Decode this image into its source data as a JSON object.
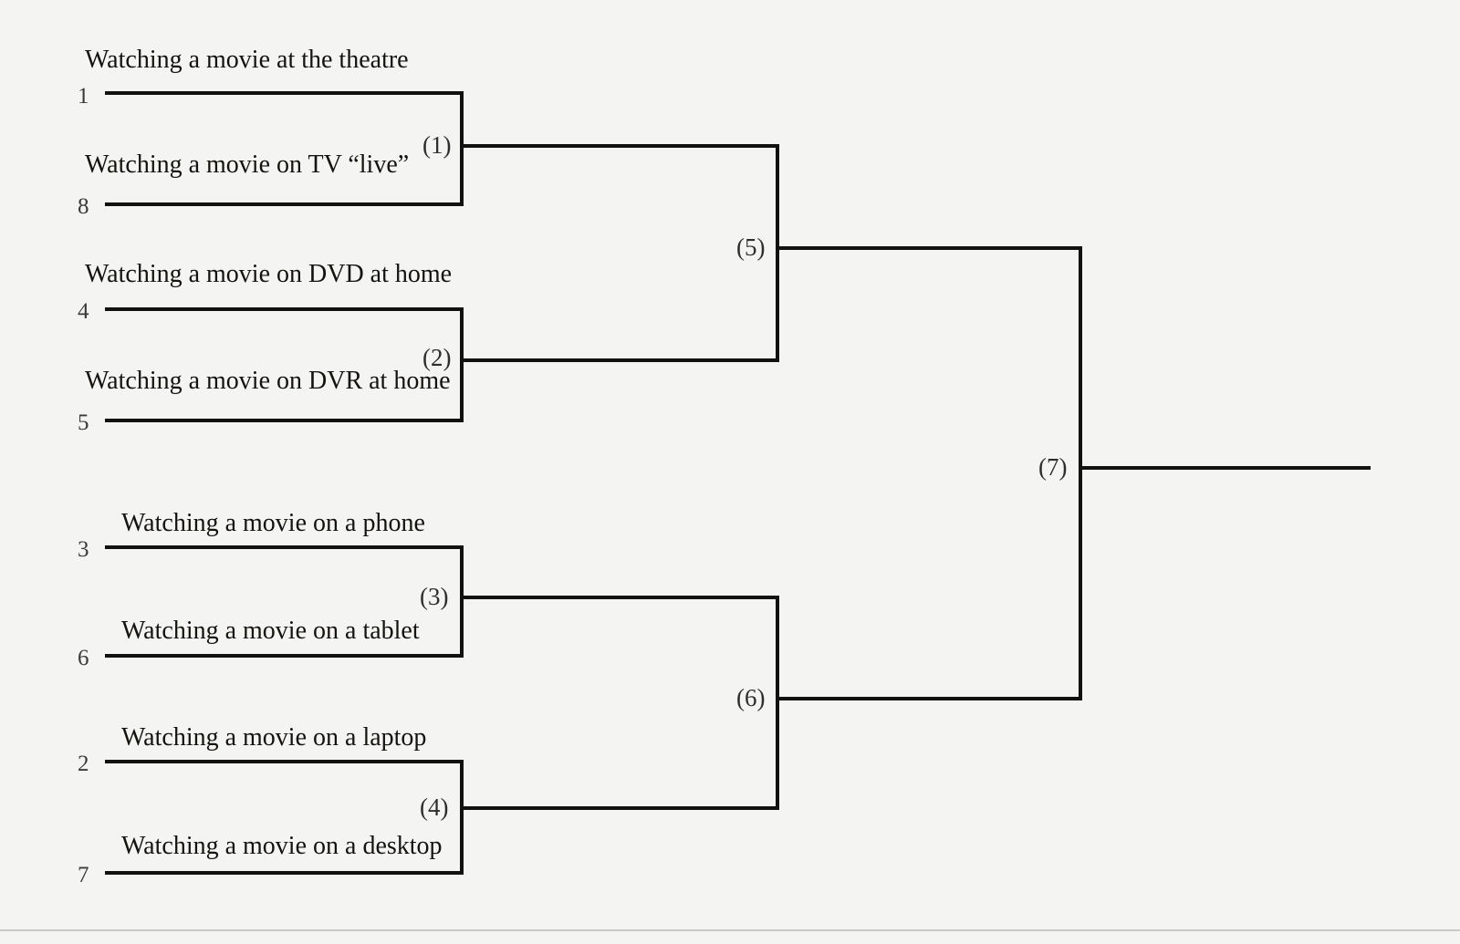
{
  "diagram": {
    "type": "single-elimination-bracket",
    "title_visible": false,
    "background_color": "#f4f4f3",
    "line_color": "#111111",
    "bottom_rule_color": "#c9c9c9"
  },
  "round1": {
    "entries": [
      {
        "seed": "1",
        "label": "Watching a movie at the theatre"
      },
      {
        "seed": "8",
        "label": "Watching a movie on TV “live”"
      },
      {
        "seed": "4",
        "label": "Watching a movie on DVD at home"
      },
      {
        "seed": "5",
        "label": "Watching a movie on DVR at home"
      },
      {
        "seed": "3",
        "label": "Watching a movie on a phone"
      },
      {
        "seed": "6",
        "label": "Watching a movie on a tablet"
      },
      {
        "seed": "2",
        "label": "Watching a movie on a laptop"
      },
      {
        "seed": "7",
        "label": "Watching a movie on a desktop"
      }
    ],
    "match_labels": [
      "(1)",
      "(2)",
      "(3)",
      "(4)"
    ]
  },
  "round2": {
    "match_labels": [
      "(5)",
      "(6)"
    ]
  },
  "round3": {
    "match_labels": [
      "(7)"
    ]
  },
  "champion": {
    "label": ""
  }
}
